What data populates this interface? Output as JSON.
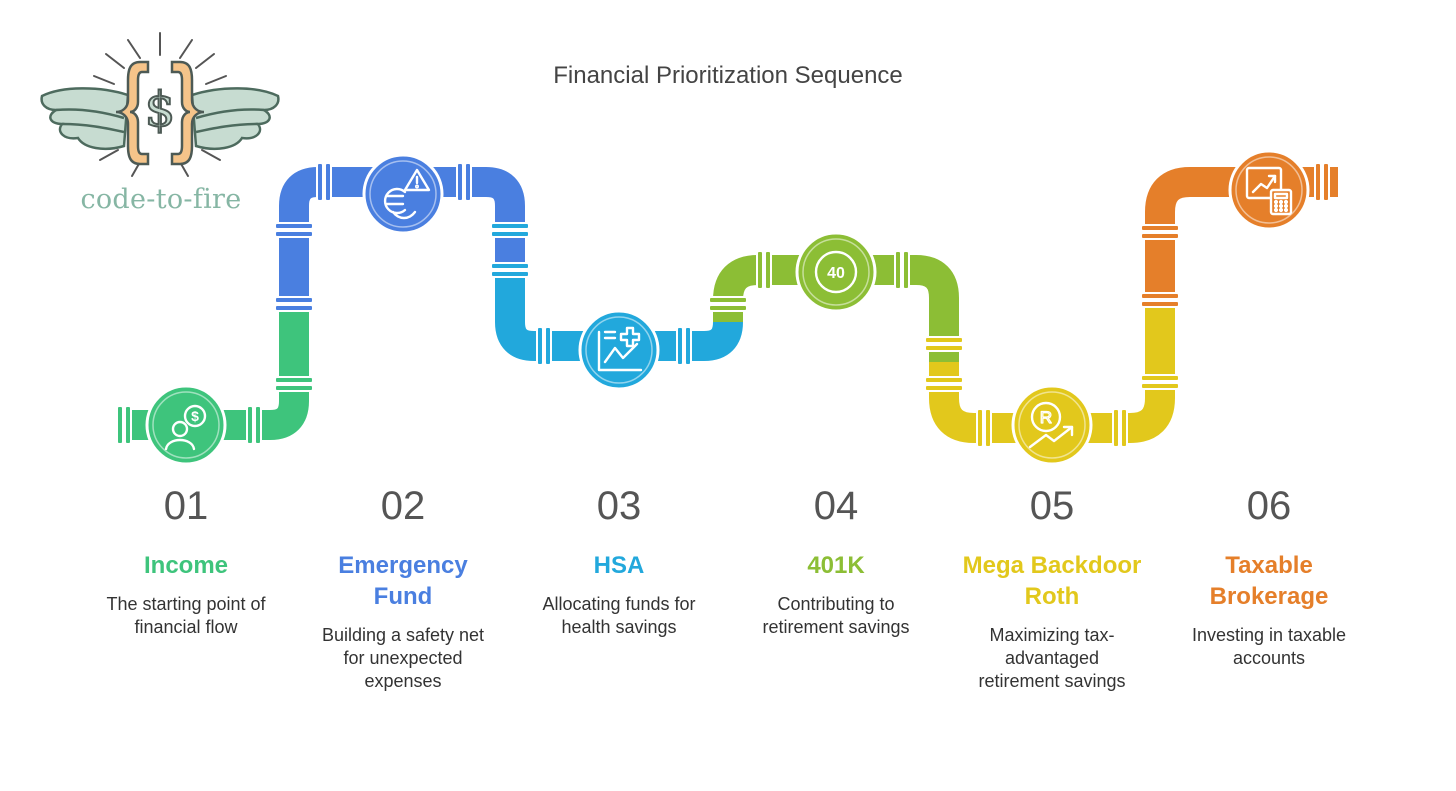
{
  "title": "Financial Prioritization Sequence",
  "logo": {
    "text": "code-to-fire",
    "symbol": "$",
    "icon": "winged-dollar-brackets-logo"
  },
  "steps": [
    {
      "number": "01",
      "name": "Income",
      "description": "The starting point of financial flow",
      "color": "#3ec47c",
      "icon": "person-dollar-icon"
    },
    {
      "number": "02",
      "name": "Emergency Fund",
      "description": "Building a safety net for unexpected expenses",
      "color": "#4a7fe0",
      "icon": "euro-warning-icon"
    },
    {
      "number": "03",
      "name": "HSA",
      "description": "Allocating funds for health savings",
      "color": "#22a8dc",
      "icon": "health-chart-icon"
    },
    {
      "number": "04",
      "name": "401K",
      "description": "Contributing to retirement savings",
      "color": "#8cbe35",
      "icon": "badge-40-icon",
      "icon_label": "40"
    },
    {
      "number": "05",
      "name": "Mega Backdoor Roth",
      "description": "Maximizing tax-advantaged retirement savings",
      "color": "#e2c81c",
      "icon": "roth-growth-icon",
      "icon_label": "R"
    },
    {
      "number": "06",
      "name": "Taxable Brokerage",
      "description": "Investing in taxable accounts",
      "color": "#e57f2a",
      "icon": "chart-calculator-icon"
    }
  ]
}
